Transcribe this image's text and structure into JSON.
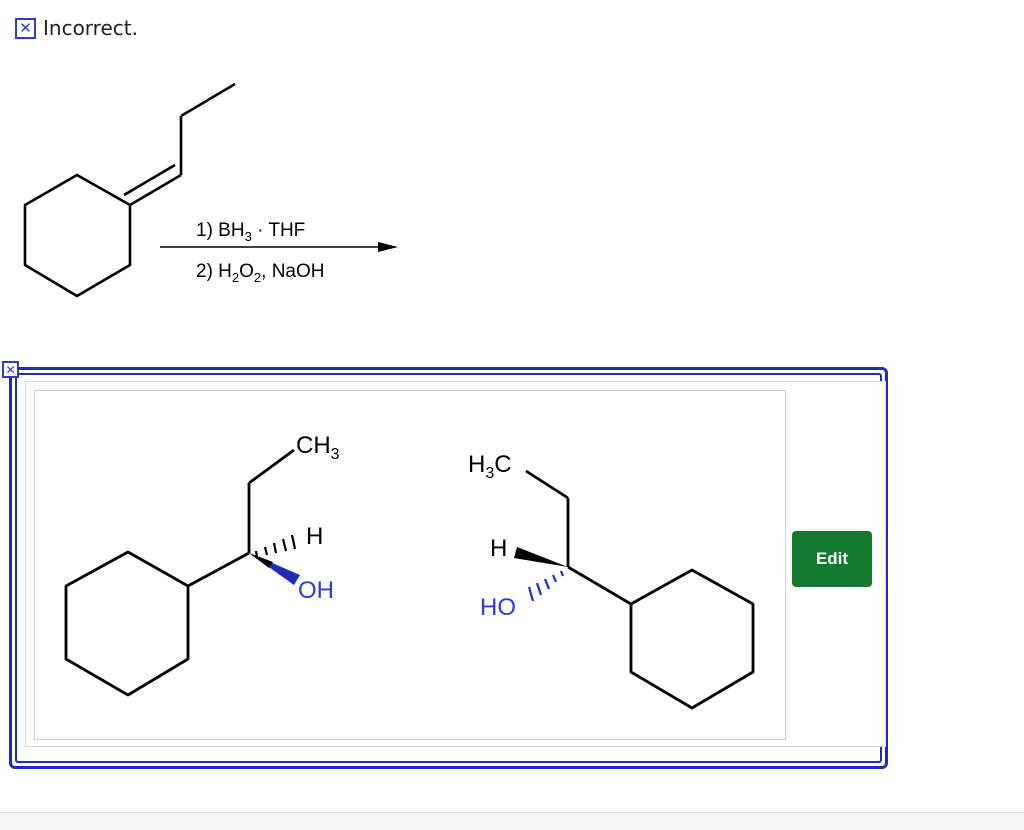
{
  "status": {
    "icon": "x-icon",
    "text": "Incorrect."
  },
  "reaction": {
    "conditions": {
      "step1_prefix": "1) BH",
      "step1_sub": "3",
      "step1_suffix": " · THF",
      "step2_prefix": "2) H",
      "step2_sub1": "2",
      "step2_mid": "O",
      "step2_sub2": "2",
      "step2_suffix": ", NaOH"
    }
  },
  "answer": {
    "marker_icon": "x-icon",
    "product1": {
      "ch3_main": "CH",
      "ch3_sub": "3",
      "h_label": "H",
      "oh_label": "OH"
    },
    "product2": {
      "h3c_prefix": "H",
      "h3c_sub": "3",
      "h3c_suffix": "C",
      "h_label": "H",
      "ho_label": "HO"
    },
    "edit_button": "Edit"
  },
  "colors": {
    "frame": "#1f2cb8",
    "edit_button": "#117a2f",
    "heteroatom_label": "#2a3be0",
    "bond": "#000000"
  }
}
